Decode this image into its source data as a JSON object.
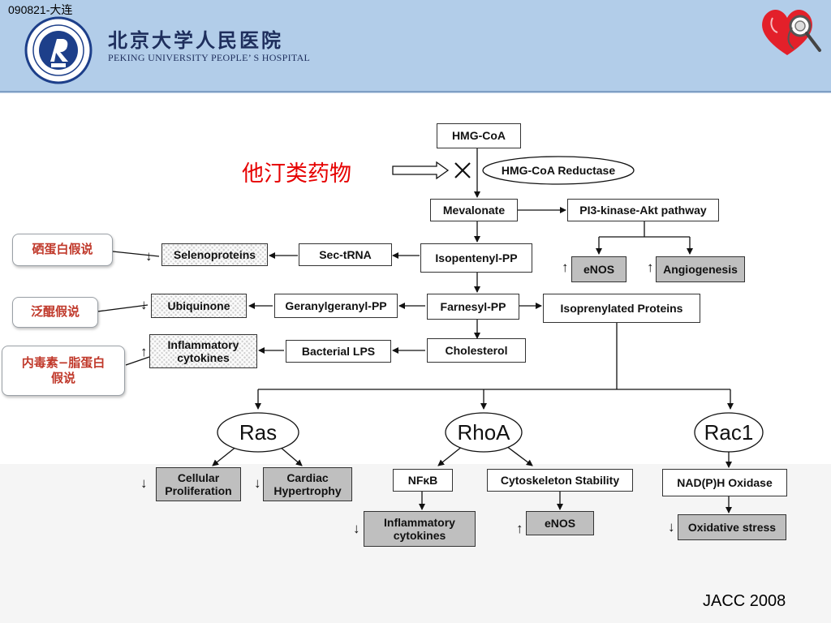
{
  "slide_tag": "090821-大连",
  "hospital": {
    "name_cn": "北京大学人民医院",
    "name_en": "PEKING UNIVERSITY PEOPLE’ S HOSPITAL"
  },
  "statin_label": "他汀类药物",
  "citation": "JACC 2008",
  "callouts": {
    "selenium": "硒蛋白假说",
    "quinone": "泛醌假说",
    "endotoxin_line1": "内毒素−脂蛋白",
    "endotoxin_line2": "假说"
  },
  "nodes": {
    "hmg_coa": "HMG-CoA",
    "hmg_coa_reductase": "HMG-CoA Reductase",
    "mevalonate": "Mevalonate",
    "pi3k": "PI3-kinase-Akt pathway",
    "enos_top": "eNOS",
    "angiogenesis": "Angiogenesis",
    "selenoproteins": "Selenoproteins",
    "sec_trna": "Sec-tRNA",
    "isopentenyl_pp": "Isopentenyl-PP",
    "ubiquinone": "Ubiquinone",
    "geranylgeranyl_pp": "Geranylgeranyl-PP",
    "farnesyl_pp": "Farnesyl-PP",
    "isoprenylated_proteins": "Isoprenylated Proteins",
    "inflam_cyt_1": "Inflammatory",
    "inflam_cyt_2": "cytokines",
    "bacterial_lps": "Bacterial LPS",
    "cholesterol": "Cholesterol",
    "ras": "Ras",
    "rhoa": "RhoA",
    "rac1": "Rac1",
    "cell_prolif_1": "Cellular",
    "cell_prolif_2": "Proliferation",
    "cardiac_hyper_1": "Cardiac",
    "cardiac_hyper_2": "Hypertrophy",
    "nfkb": "NFκB",
    "cytoskeleton": "Cytoskeleton Stability",
    "nadph": "NAD(P)H Oxidase",
    "inflam2_1": "Inflammatory",
    "inflam2_2": "cytokines",
    "enos_bottom": "eNOS",
    "oxidative_stress": "Oxidative stress"
  },
  "arrow_symbols": {
    "up": "↑",
    "down": "↓"
  }
}
